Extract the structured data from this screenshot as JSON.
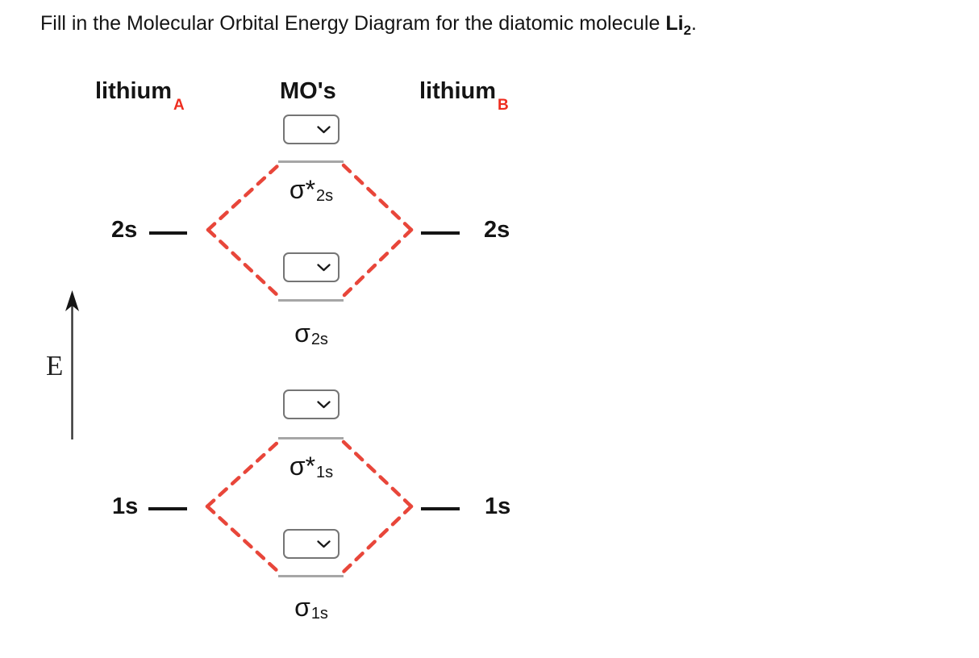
{
  "title": {
    "text": "Fill in the Molecular Orbital Energy Diagram for the diatomic molecule",
    "molecule_symbol": "Li",
    "molecule_subscript": "2",
    "period": "."
  },
  "columns": {
    "left": {
      "label": "lithium",
      "subscript": "A"
    },
    "center": {
      "label": "MO's"
    },
    "right": {
      "label": "lithium",
      "subscript": "B"
    }
  },
  "energy_axis": {
    "label": "E"
  },
  "mo_levels": [
    {
      "id": "sigma-star-2s",
      "sigma": "σ",
      "star": "*",
      "subscript": "2s",
      "dropdown_value": ""
    },
    {
      "id": "sigma-2s",
      "sigma": "σ",
      "star": "",
      "subscript": "2s",
      "dropdown_value": ""
    },
    {
      "id": "sigma-star-1s",
      "sigma": "σ",
      "star": "*",
      "subscript": "1s",
      "dropdown_value": ""
    },
    {
      "id": "sigma-1s",
      "sigma": "σ",
      "star": "",
      "subscript": "1s",
      "dropdown_value": ""
    }
  ],
  "atomic_levels": {
    "left": [
      {
        "label": "2s"
      },
      {
        "label": "1s"
      }
    ],
    "right": [
      {
        "label": "2s"
      },
      {
        "label": "1s"
      }
    ]
  },
  "colors": {
    "accent_red": "#e8463a",
    "subscript_red": "#ee2d1f",
    "mo_line_gray": "#a6a6a6",
    "level_black": "#151515",
    "axis_color": "#333333"
  }
}
